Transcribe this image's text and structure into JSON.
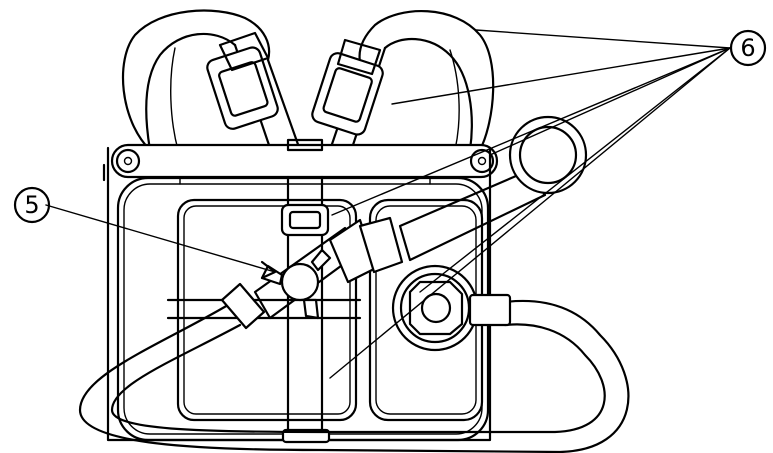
{
  "callouts": [
    {
      "id": "callout-5",
      "label": "5"
    },
    {
      "id": "callout-6",
      "label": "6"
    }
  ],
  "colors": {
    "line": "#000000",
    "background": "#ffffff"
  }
}
